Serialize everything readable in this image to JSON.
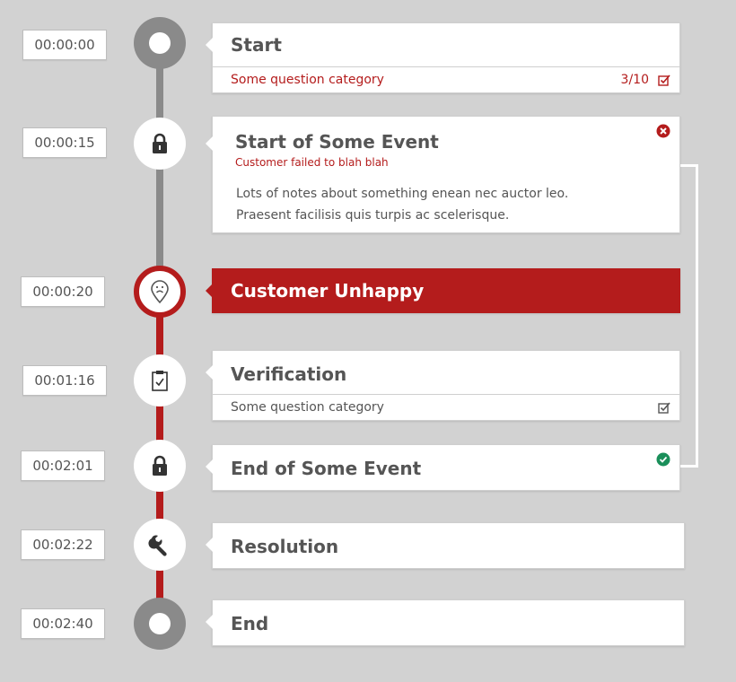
{
  "colors": {
    "accent": "#b41c1c",
    "gray": "#8a8a8a",
    "success": "#1a8f5a",
    "background": "#d2d2d2"
  },
  "events": [
    {
      "time": "00:00:00",
      "title": "Start",
      "category": "Some question category",
      "count": "3/10",
      "icon": "circle-dot-icon"
    },
    {
      "time": "00:00:15",
      "title": "Start of Some Event",
      "subtitle": "Customer failed to blah blah",
      "notes": "Lots of notes about something enean nec auctor leo. Praesent facilisis quis turpis ac scelerisque.",
      "icon": "lock-icon",
      "status": "error"
    },
    {
      "time": "00:00:20",
      "title": "Customer Unhappy",
      "icon": "sad-face-pin-icon"
    },
    {
      "time": "00:01:16",
      "title": "Verification",
      "category": "Some question category",
      "icon": "clipboard-check-icon"
    },
    {
      "time": "00:02:01",
      "title": "End of Some Event",
      "icon": "lock-icon",
      "status": "success"
    },
    {
      "time": "00:02:22",
      "title": "Resolution",
      "icon": "wrench-icon"
    },
    {
      "time": "00:02:40",
      "title": "End",
      "icon": "circle-dot-icon"
    }
  ]
}
